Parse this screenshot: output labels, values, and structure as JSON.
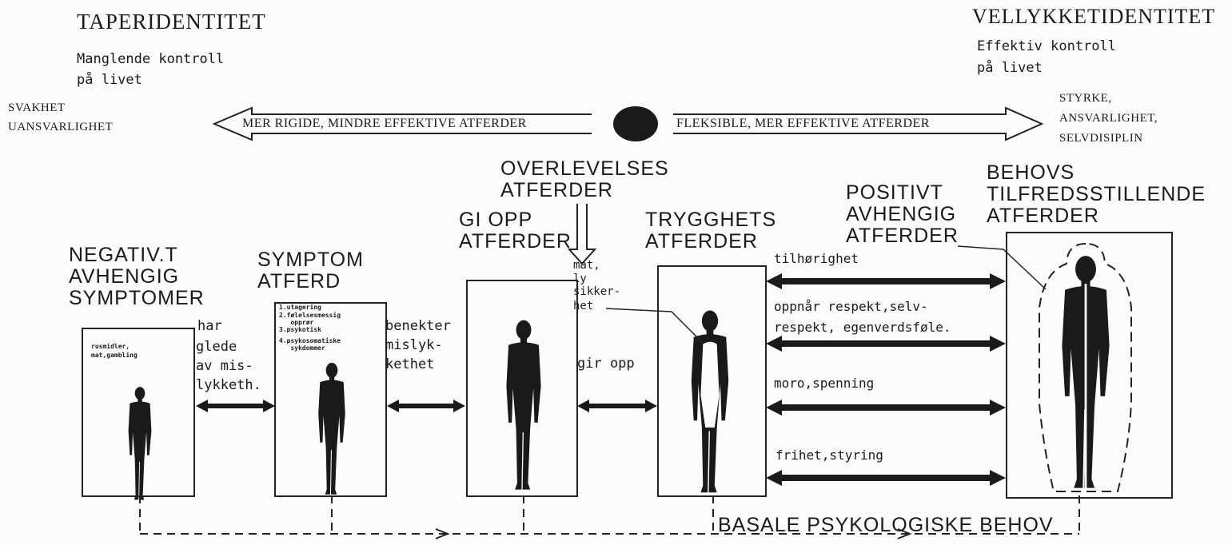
{
  "header": {
    "left_title": "TAPERIDENTITET",
    "left_sub": [
      "Manglende kontroll",
      "på livet"
    ],
    "right_title": "VELLYKKETIDENTITET",
    "right_sub": [
      "Effektiv kontroll",
      "på livet"
    ]
  },
  "scale": {
    "left_labels": [
      "SVAKHET",
      "UANSVARLIGHET"
    ],
    "left_arrow": "MER RIGIDE, MINDRE EFFEKTIVE ATFERDER",
    "right_arrow": "FLEKSIBLE, MER EFFEKTIVE ATFERDER",
    "right_labels": [
      "STYRKE,",
      "ANSVARLIGHET,",
      "SELVDISIPLIN"
    ]
  },
  "categories": {
    "negativt": [
      "NEGATIV.T",
      "AVHENGIG",
      "SYMPTOMER"
    ],
    "symptom": [
      "SYMPTOM",
      "ATFERD"
    ],
    "gi_opp": [
      "GI OPP",
      "ATFERDER"
    ],
    "overlevelses": [
      "OVERLEVELSES",
      "ATFERDER"
    ],
    "trygghets": [
      "TRYGGHETS",
      "ATFERDER"
    ],
    "positivt": [
      "POSITIVT",
      "AVHENGIG",
      "ATFERDER"
    ],
    "behovs": [
      "BEHOVS",
      "TILFREDSSTILLENDE",
      "ATFERDER"
    ]
  },
  "box_texts": {
    "box1": [
      "rusmidler,",
      "mat,gambling"
    ],
    "box2": [
      "1.utagering",
      "2.følelsesmessig",
      "   opprør",
      "3.psykotisk",
      "4.psykosomatiske",
      "   sykdommer"
    ]
  },
  "connectors": {
    "har_glede": [
      "har",
      "glede",
      "av mis-",
      "lykketh."
    ],
    "benekter": [
      "benekter",
      "mislyk-",
      "kethet"
    ],
    "gir_opp": "gir opp",
    "mat_lykk": [
      "mat,",
      "ly",
      "sikker-",
      "het"
    ]
  },
  "needs": [
    [
      "tilhørighet"
    ],
    [
      "oppnår respekt,selv-",
      "respekt, egenverdsføle."
    ],
    [
      "moro,spenning"
    ],
    [
      "frihet,styring"
    ]
  ],
  "footer": "BASALE PSYKOLOGISKE BEHOV",
  "colors": {
    "ink": "#1a1a1a",
    "paper": "#fbfbfa"
  }
}
